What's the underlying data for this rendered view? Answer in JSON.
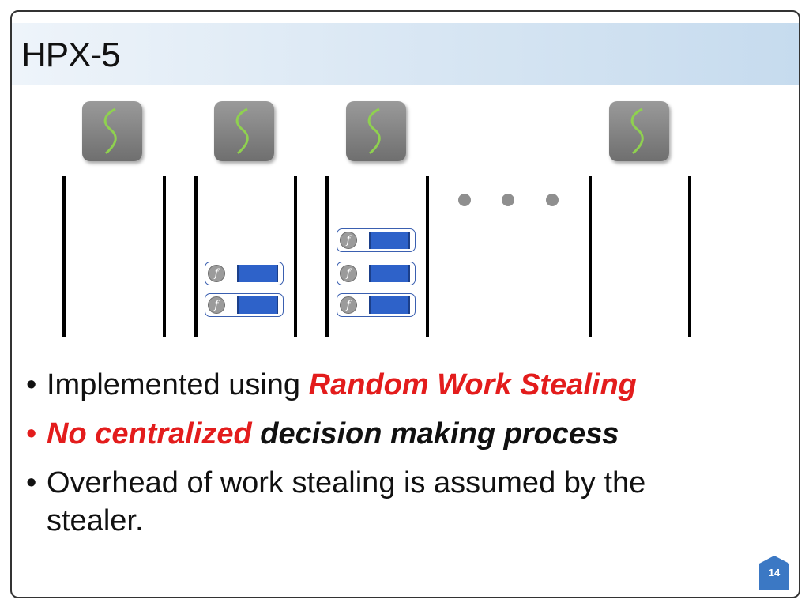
{
  "slide": {
    "title": "HPX-5",
    "page_number": "14",
    "bullet_glyph": "•"
  },
  "diagram": {
    "worker_icon": "squiggle-thread-icon",
    "ellipsis_dots": 3,
    "task_glyph": "f",
    "queue_tasks": [
      0,
      2,
      3,
      0
    ]
  },
  "bullets": [
    {
      "prefix": "Implemented using ",
      "emphasis": "Random Work Stealing",
      "suffix": ""
    },
    {
      "prefix": "",
      "emphasis": "No centralized",
      "suffix": " decision making process"
    },
    {
      "text": "Overhead of work stealing is assumed by the stealer."
    }
  ],
  "colors": {
    "emphasis_red": "#e31c1c",
    "task_blue": "#2e62c9",
    "worker_gray": "#808080",
    "squiggle_green": "#8fd14f",
    "badge_blue": "#3b78c4"
  }
}
